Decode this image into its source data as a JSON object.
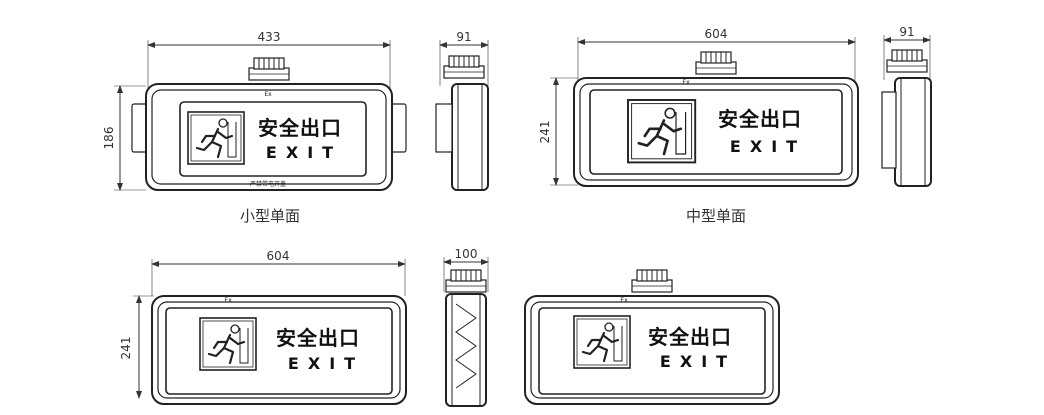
{
  "views": {
    "small_front": {
      "width_dim": "433",
      "height_dim": "186",
      "sign_cn": "安全出口",
      "sign_en": "EXIT",
      "caption": "小型单面",
      "ex_mark": "Ex",
      "plate_text": "严禁带电开盖"
    },
    "small_side": {
      "width_dim": "91"
    },
    "medium_front": {
      "width_dim": "604",
      "height_dim": "241",
      "sign_cn": "安全出口",
      "sign_en": "EXIT",
      "caption": "中型单面",
      "ex_mark": "Ex"
    },
    "medium_side": {
      "width_dim": "91"
    },
    "double_front": {
      "width_dim": "604",
      "height_dim": "241",
      "sign_cn": "安全出口",
      "sign_en": "EXIT",
      "ex_mark": "Ex"
    },
    "double_side": {
      "width_dim": "100"
    },
    "double_back": {
      "sign_cn": "安全出口",
      "sign_en": "EXIT",
      "ex_mark": "Ex"
    }
  },
  "icons": [
    "running-man-exit-icon",
    "cable-gland-icon"
  ]
}
